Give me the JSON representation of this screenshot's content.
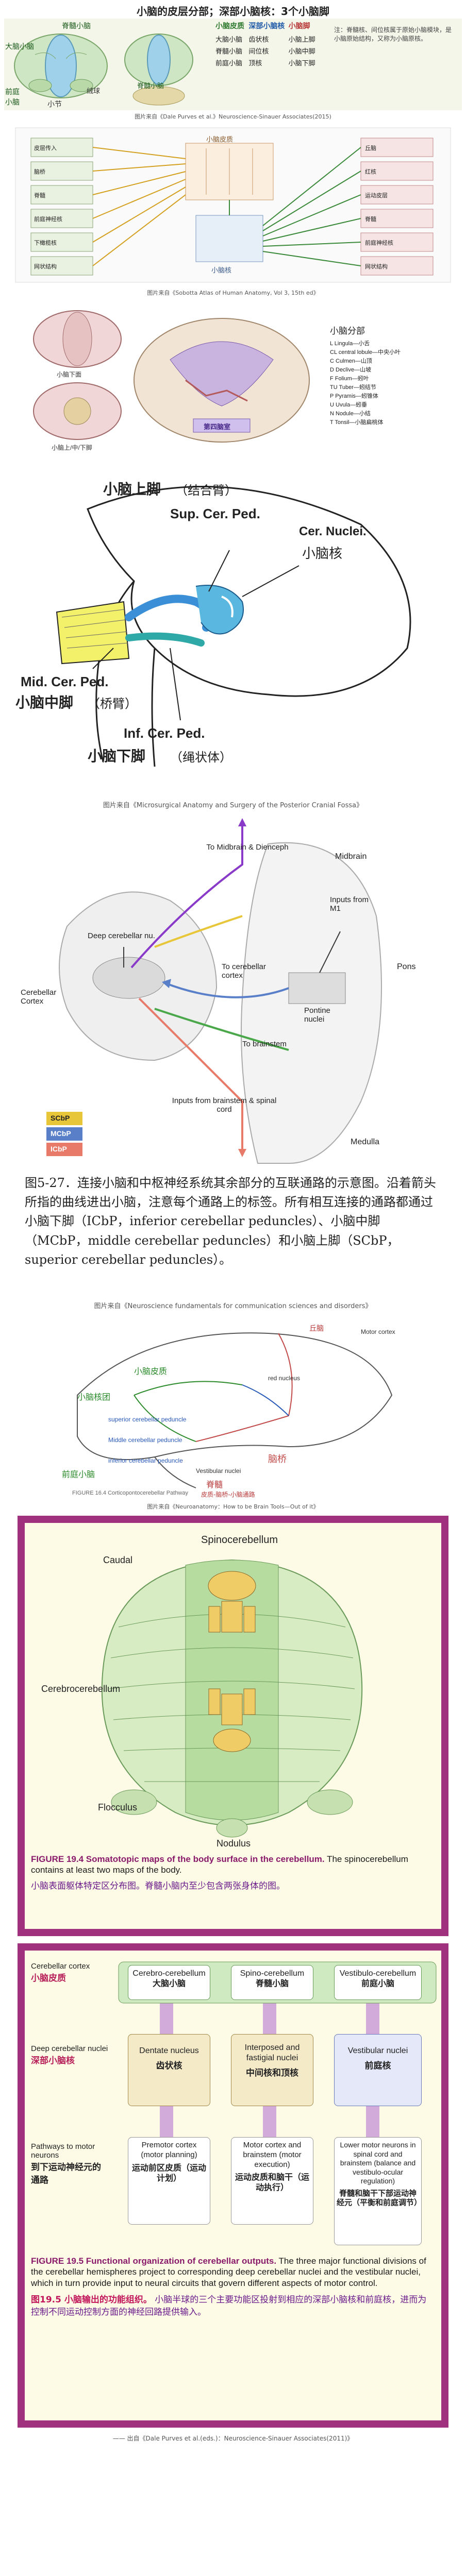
{
  "s1": {
    "title": "小脑的皮层分部；深部小脑核：3个小脑脚",
    "labels": {
      "vermis": "脊髓小脑",
      "cerebro": "大脑小脑",
      "flocculo": "前庭小脑",
      "nodule": "小节",
      "ball": "绒球",
      "legend_cortex": "小脑皮质",
      "legend_deep": "深部小脑核",
      "legend_peduncle": "小脑脚",
      "rows": [
        [
          "大脑小脑",
          "齿状核",
          "小脑上脚"
        ],
        [
          "脊髓小脑",
          "间位核",
          "小脑中脚"
        ],
        [
          "前庭小脑",
          "顶核",
          "小脑下脚"
        ]
      ],
      "spino_label": "脊髓小脑",
      "note": "注：脊髓核、间位核属于原始小脑模块，是小脑原始结构，又称为小脑原核。"
    },
    "credit": "图片来自《Dale Purves et al.》Neuroscience-Sinauer Associates(2015)"
  },
  "s2": {
    "credit": "图片来自《Sobotta Atlas of Human Anatomy, Vol 3, 15th ed》",
    "left_labels": [
      "皮层传入",
      "脑桥",
      "脊髓",
      "前庭神经核",
      "下橄榄核",
      "网状结构"
    ],
    "right_labels": [
      "丘脑",
      "红核",
      "运动皮层",
      "脊髓",
      "前庭神经核",
      "网状结构"
    ],
    "center_labels": [
      "小脑皮质",
      "小脑核"
    ]
  },
  "s3": {
    "heading": "小脑分部",
    "items": [
      "L Lingula—小舌",
      "CL central lobule—中央小叶",
      "C Culmen—山顶",
      "D Declive—山坡",
      "F Folium—蚓叶",
      "TU Tuber—蚓结节",
      "P Pyramis—蚓锥体",
      "U Uvula—蚓垂",
      "N Nodule—小结",
      "T Tonsil—小脑扁桃体"
    ],
    "sub1": "小脑下面",
    "sub2": "小脑上/中/下脚",
    "sub3": "第四脑室"
  },
  "s4": {
    "sup_zh": "小脑上脚",
    "sup_zh2": "（结合臂）",
    "sup_en": "Sup. Cer. Ped.",
    "nuclei_en": "Cer. Nuclei.",
    "nuclei_zh": "小脑核",
    "mid_en": "Mid. Cer. Ped.",
    "mid_zh": "小脑中脚",
    "mid_zh2": "（桥臂）",
    "inf_en": "Inf. Cer. Ped.",
    "inf_zh": "小脑下脚",
    "inf_zh2": "（绳状体）",
    "credit": "图片来自《Microsurgical Anatomy and Surgery of the Posterior Cranial Fossa》"
  },
  "s5": {
    "midbrain_dien": "To Midbrain & Dienceph",
    "midbrain": "Midbrain",
    "deep": "Deep cerebellar nu.",
    "inputs_m1": "Inputs from M1",
    "cortex": "Cerebellar Cortex",
    "to_cortex": "To cerebellar cortex",
    "pons": "Pons",
    "pontine": "Pontine nuclei",
    "to_brainstem": "To brainstem",
    "inputs_bs": "Inputs from brainstem & spinal cord",
    "medulla": "Medulla",
    "leg_scbp": "SCbP",
    "leg_mcbp": "MCbP",
    "leg_icbp": "ICbP",
    "colors": {
      "scbp": "#e8c63a",
      "mcbp": "#5a7fc9",
      "icbp": "#e87a6a"
    }
  },
  "s6": {
    "caption": "图5-27．连接小脑和中枢神经系统其余部分的互联通路的示意图。沿着箭头所指的曲线进出小脑，注意每个通路上的标签。所有相互连接的通路都通过小脑下脚（ICbP，inferior cerebellar peduncles）、小脑中脚（MCbP，middle cerebellar peduncles）和小脑上脚（SCbP，superior cerebellar peduncles）。",
    "credit": "图片来自《Neuroscience fundamentals for communication sciences and disorders》"
  },
  "s7": {
    "labels": [
      "Motor cortex",
      "丘脑",
      "red nucleus",
      "Vestibular nuclei",
      "superior cerebellar peduncle",
      "Middle cerebellar peduncle",
      "脑桥",
      "inferior cerebellar peduncle",
      "小脑核团",
      "前庭小脑",
      "小脑皮质",
      "脊髓"
    ],
    "footer": "FIGURE 16.4 Corticopontocerebellar Pathway",
    "sub": "皮质-脑桥-小脑通路",
    "credit": "图片来自《Neuroanatomy：How to be Brain Tools—Out of it》"
  },
  "s8": {
    "spino": "Spinocerebellum",
    "caudal": "Caudal",
    "cerebro": "Cerebrocerebellum",
    "floc": "Flocculus",
    "nod": "Nodulus",
    "fig_head": "FIGURE 19.4",
    "fig_title": "Somatotopic maps of the body surface in the cerebellum.",
    "fig_text": "The spinocerebellum contains at least two maps of the body.",
    "zh": "小脑表面躯体特定区分布图。脊髓小脑内至少包含两张身体的图。"
  },
  "s9": {
    "cortex_en": "Cerebellar cortex",
    "cortex_zh": "小脑皮质",
    "deep_en": "Deep cerebellar nuclei",
    "deep_zh": "深部小脑核",
    "path_en": "Pathways to motor neurons",
    "path_zh": "到下运动神经元的通路",
    "cols": [
      {
        "top_en": "Cerebro-cerebellum",
        "top_zh": "大脑小脑",
        "mid_en": "Dentate nucleus",
        "mid_zh": "齿状核",
        "bot_en": "Premotor cortex (motor planning)",
        "bot_zh": "运动前区皮质（运动计划）"
      },
      {
        "top_en": "Spino-cerebellum",
        "top_zh": "脊髓小脑",
        "mid_en": "Interposed and fastigial nuclei",
        "mid_zh": "中间核和顶核",
        "bot_en": "Motor cortex and brainstem (motor execution)",
        "bot_zh": "运动皮质和脑干（运动执行）"
      },
      {
        "top_en": "Vestibulo-cerebellum",
        "top_zh": "前庭小脑",
        "mid_en": "Vestibular nuclei",
        "mid_zh": "前庭核",
        "bot_en": "Lower motor neurons in spinal cord and brainstem (balance and vestibulo-ocular regulation)",
        "bot_zh": "脊髓和脑干下部运动神经元（平衡和前庭调节）"
      }
    ],
    "fig_head": "FIGURE 19.5",
    "fig_title": "Functional organization of cerebellar outputs.",
    "fig_text": "The three major functional divisions of the cerebellar hemispheres project to corresponding deep cerebellar nuclei and the vestibular nuclei, which in turn provide input to neural circuits that govern different aspects of motor control.",
    "zh_head": "图19.5 小脑输出的功能组织。",
    "zh_text": "小脑半球的三个主要功能区投射到相应的深部小脑核和前庭核，进而为控制不同运动控制方面的神经回路提供输入。",
    "credit": "—— 出自《Dale Purves et al.(eds.)：Neuroscience-Sinauer Associates(2011)》"
  }
}
